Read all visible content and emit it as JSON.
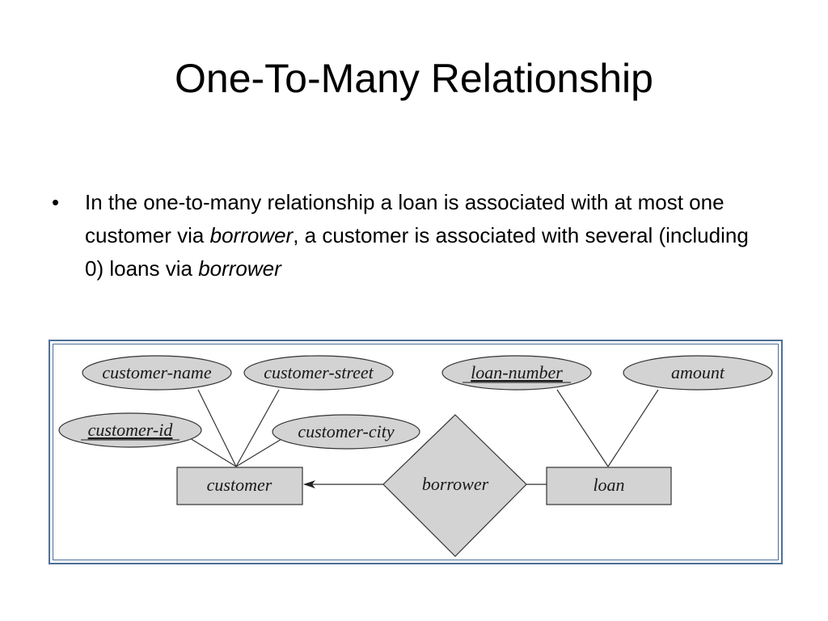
{
  "slide": {
    "title": "One-To-Many Relationship",
    "bullet_marker": "•",
    "bullet": {
      "part1": "In the one-to-many relationship a loan is associated with at most one customer via ",
      "em1": "borrower",
      "part2": ", a customer is associated with several (including 0) loans via ",
      "em2": "borrower"
    }
  },
  "diagram": {
    "colors": {
      "shape_fill": "#d3d3d3",
      "stroke": "#333333",
      "frame": "#4f6f96"
    },
    "entities": {
      "customer": "customer",
      "loan": "loan"
    },
    "relationship": "borrower",
    "attributes": {
      "customer_name": "customer-name",
      "customer_street": "customer-street",
      "customer_id": "customer-id",
      "customer_city": "customer-city",
      "loan_number": "loan-number",
      "amount": "amount"
    },
    "primary_keys": [
      "customer-id",
      "loan-number"
    ],
    "cardinality": {
      "customer_side": "one (arrow)",
      "loan_side": "many"
    }
  }
}
